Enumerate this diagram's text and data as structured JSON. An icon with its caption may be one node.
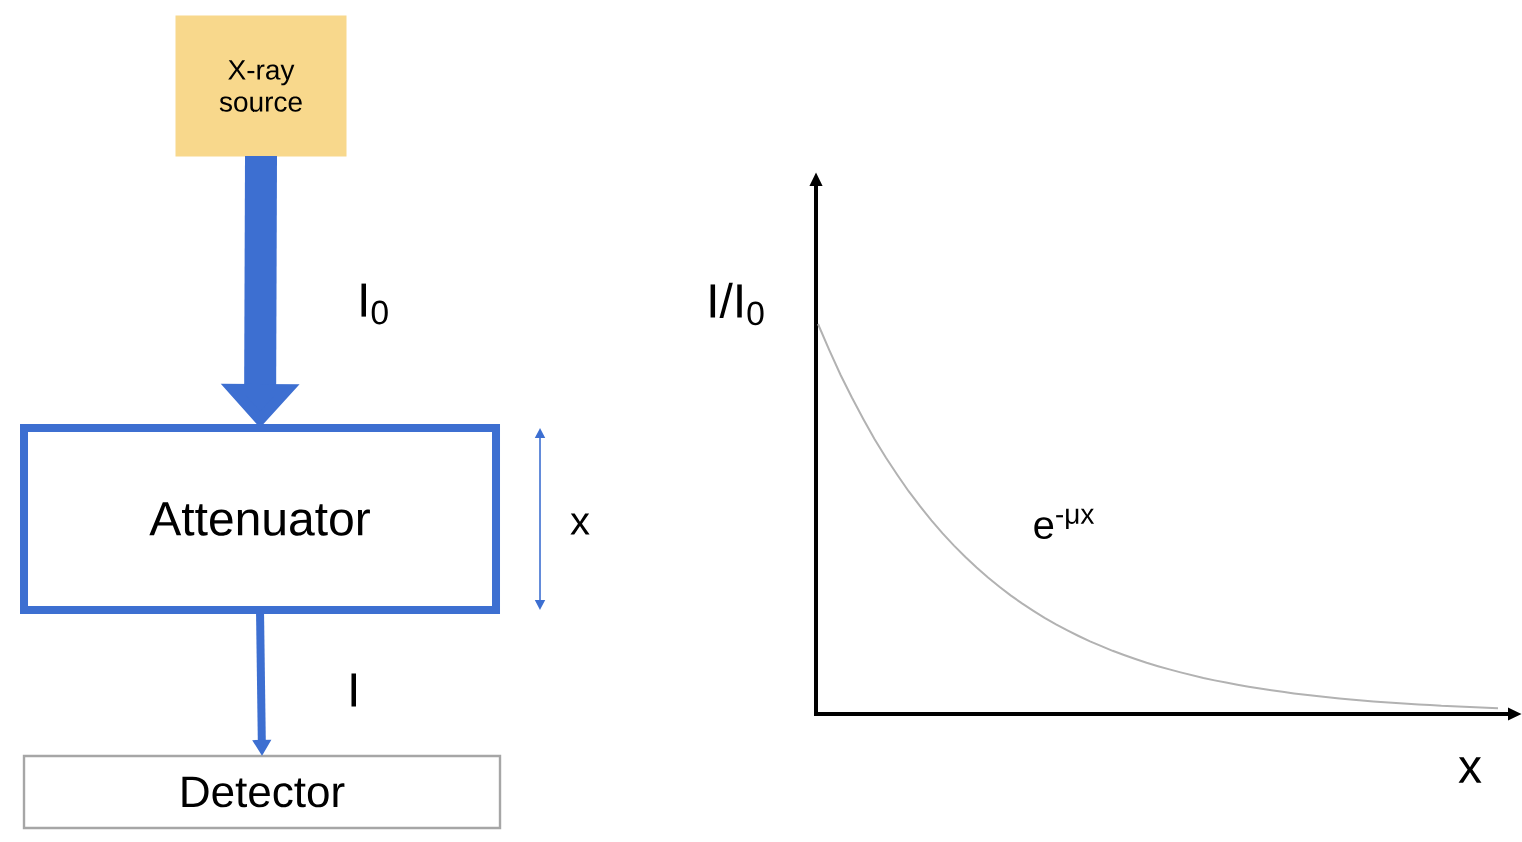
{
  "diagram": {
    "nodes": [
      {
        "text": [
          "X-ray source"
        ]
      },
      {
        "text": [
          "Attenuator"
        ]
      },
      {
        "text": [
          "Detector"
        ]
      }
    ],
    "edges": [
      {
        "from": 0,
        "to": 1,
        "arrow": "to",
        "label": "I$_{0}$",
        "style": "thick"
      },
      {
        "from": 1,
        "to": 2,
        "arrow": "to",
        "label": "I"
      }
    ],
    "labels": [
      "x",
      "I/I$_{0}$",
      "e$^{-μx}$",
      "x"
    ]
  }
}
